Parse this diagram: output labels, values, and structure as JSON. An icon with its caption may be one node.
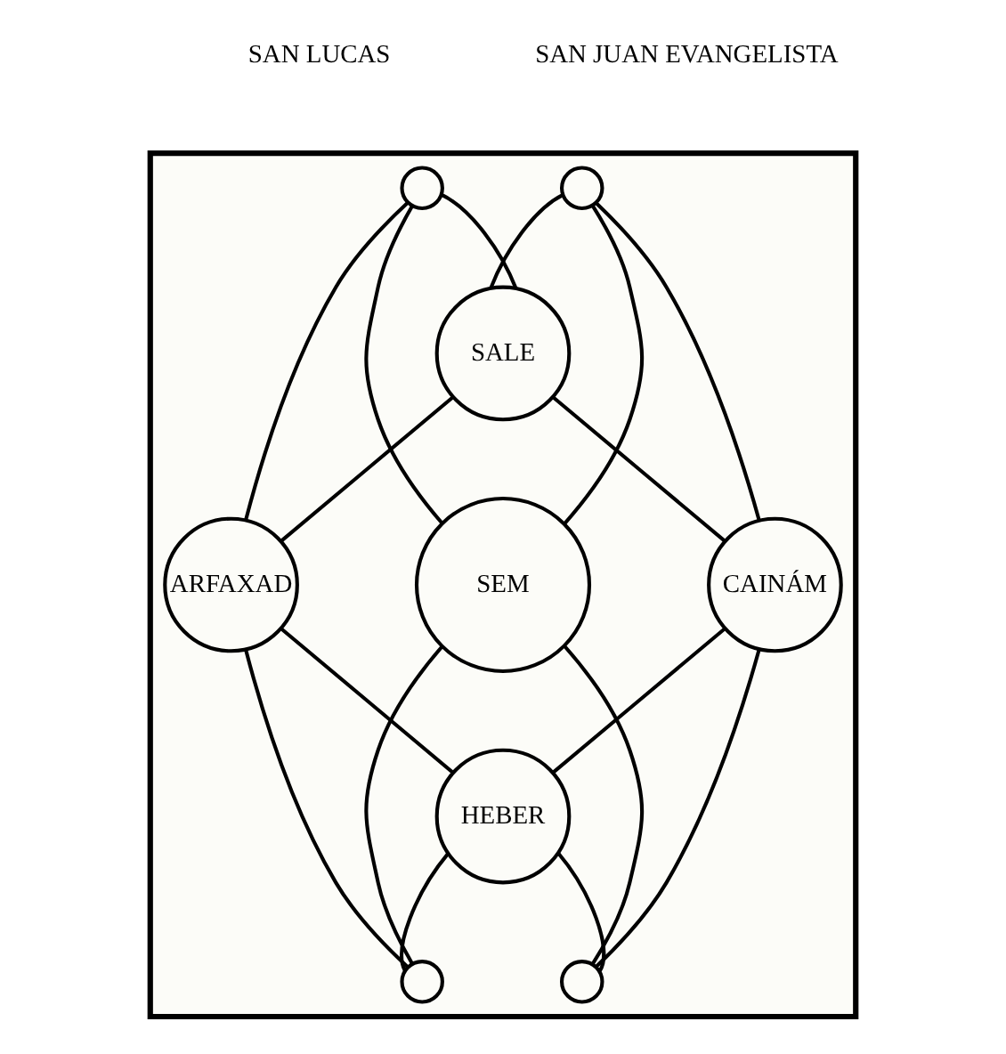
{
  "diagram": {
    "nodes": [
      {
        "text": [],
        "shape": "box"
      },
      {
        "text": [],
        "shape": "circle",
        "in": 0
      },
      {
        "text": [],
        "shape": "circle",
        "in": 0
      },
      {
        "text": [
          "SALE"
        ],
        "in": 0
      },
      {
        "text": [
          "ARFAXAD"
        ],
        "in": 0
      },
      {
        "text": [
          "SEM"
        ],
        "in": 0
      },
      {
        "text": [
          "CAINÁM"
        ],
        "in": 0
      },
      {
        "text": [
          "HEBER"
        ],
        "in": 0
      },
      {
        "text": [],
        "shape": "circle",
        "in": 0
      },
      {
        "text": [],
        "shape": "circle",
        "in": 0
      }
    ],
    "edges": [
      {
        "from": 1,
        "to": 3,
        "arrow": "none"
      },
      {
        "from": 1,
        "to": 4,
        "arrow": "none"
      },
      {
        "from": 1,
        "to": 5,
        "arrow": "none"
      },
      {
        "from": 2,
        "to": 3,
        "arrow": "none"
      },
      {
        "from": 2,
        "to": 6,
        "arrow": "none"
      },
      {
        "from": 2,
        "to": 5,
        "arrow": "none"
      },
      {
        "from": 3,
        "to": 4,
        "arrow": "none"
      },
      {
        "from": 3,
        "to": 6,
        "arrow": "none"
      },
      {
        "from": 4,
        "to": 7,
        "arrow": "none"
      },
      {
        "from": 6,
        "to": 7,
        "arrow": "none"
      },
      {
        "from": 5,
        "to": 8,
        "arrow": "none"
      },
      {
        "from": 5,
        "to": 9,
        "arrow": "none"
      },
      {
        "from": 4,
        "to": 8,
        "arrow": "none"
      },
      {
        "from": 7,
        "to": 8,
        "arrow": "none"
      },
      {
        "from": 6,
        "to": 9,
        "arrow": "none"
      },
      {
        "from": 7,
        "to": 9,
        "arrow": "none"
      }
    ],
    "labels": [
      "SAN LUCAS",
      "SAN JUAN EVANGELISTA"
    ]
  }
}
